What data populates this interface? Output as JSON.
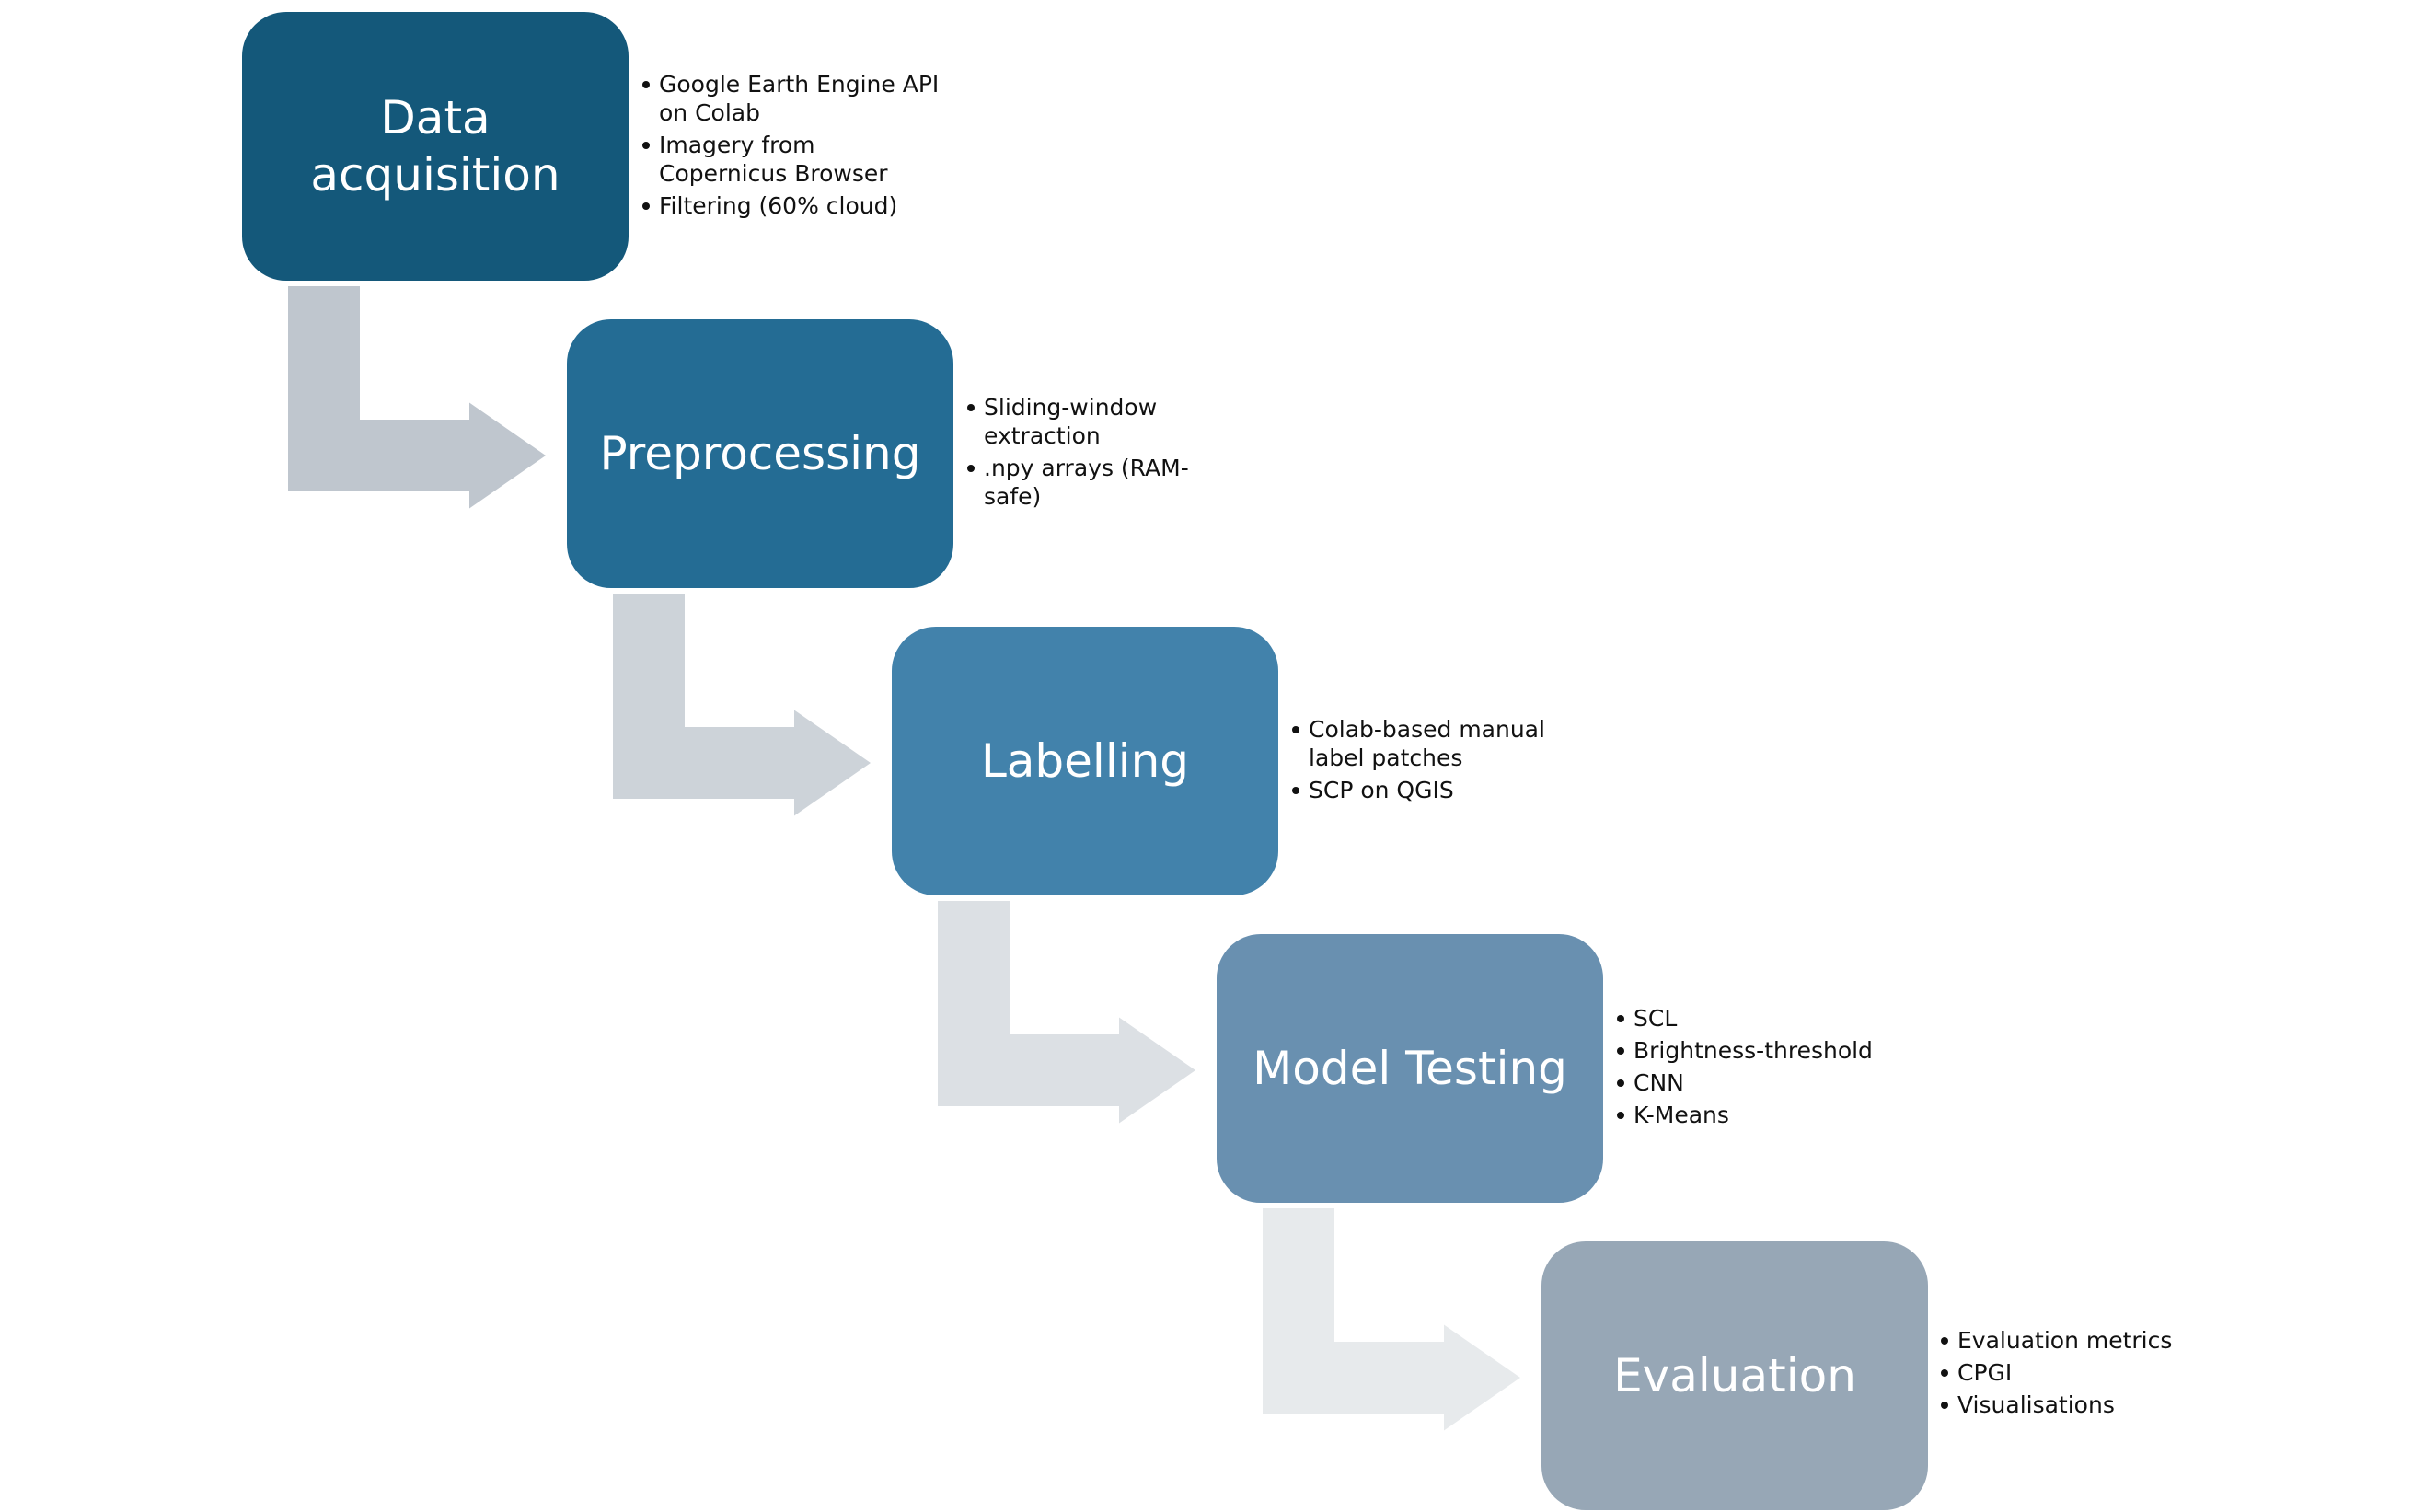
{
  "stages": [
    {
      "label": "Data acquisition",
      "color": "#14587a",
      "arrow_color": "#bfc6ce",
      "bullets": [
        "Google Earth Engine API on Colab",
        "Imagery from Copernicus Browser",
        "Filtering (60% cloud)"
      ]
    },
    {
      "label": "Preprocessing",
      "color": "#246c94",
      "arrow_color": "#cdd3d9",
      "bullets": [
        "Sliding-window extraction",
        " .npy arrays (RAM-safe)"
      ]
    },
    {
      "label": "Labelling",
      "color": "#4282ab",
      "arrow_color": "#dce0e4",
      "bullets": [
        "Colab-based manual label patches",
        "SCP on QGIS"
      ]
    },
    {
      "label": "Model Testing",
      "color": "#6990b0",
      "arrow_color": "#e7eaec",
      "bullets": [
        "SCL",
        "Brightness-threshold",
        "CNN",
        "K-Means"
      ]
    },
    {
      "label": "Evaluation",
      "color": "#97a7b6",
      "bullets": [
        "Evaluation metrics",
        "CPGI",
        "Visualisations"
      ]
    }
  ]
}
